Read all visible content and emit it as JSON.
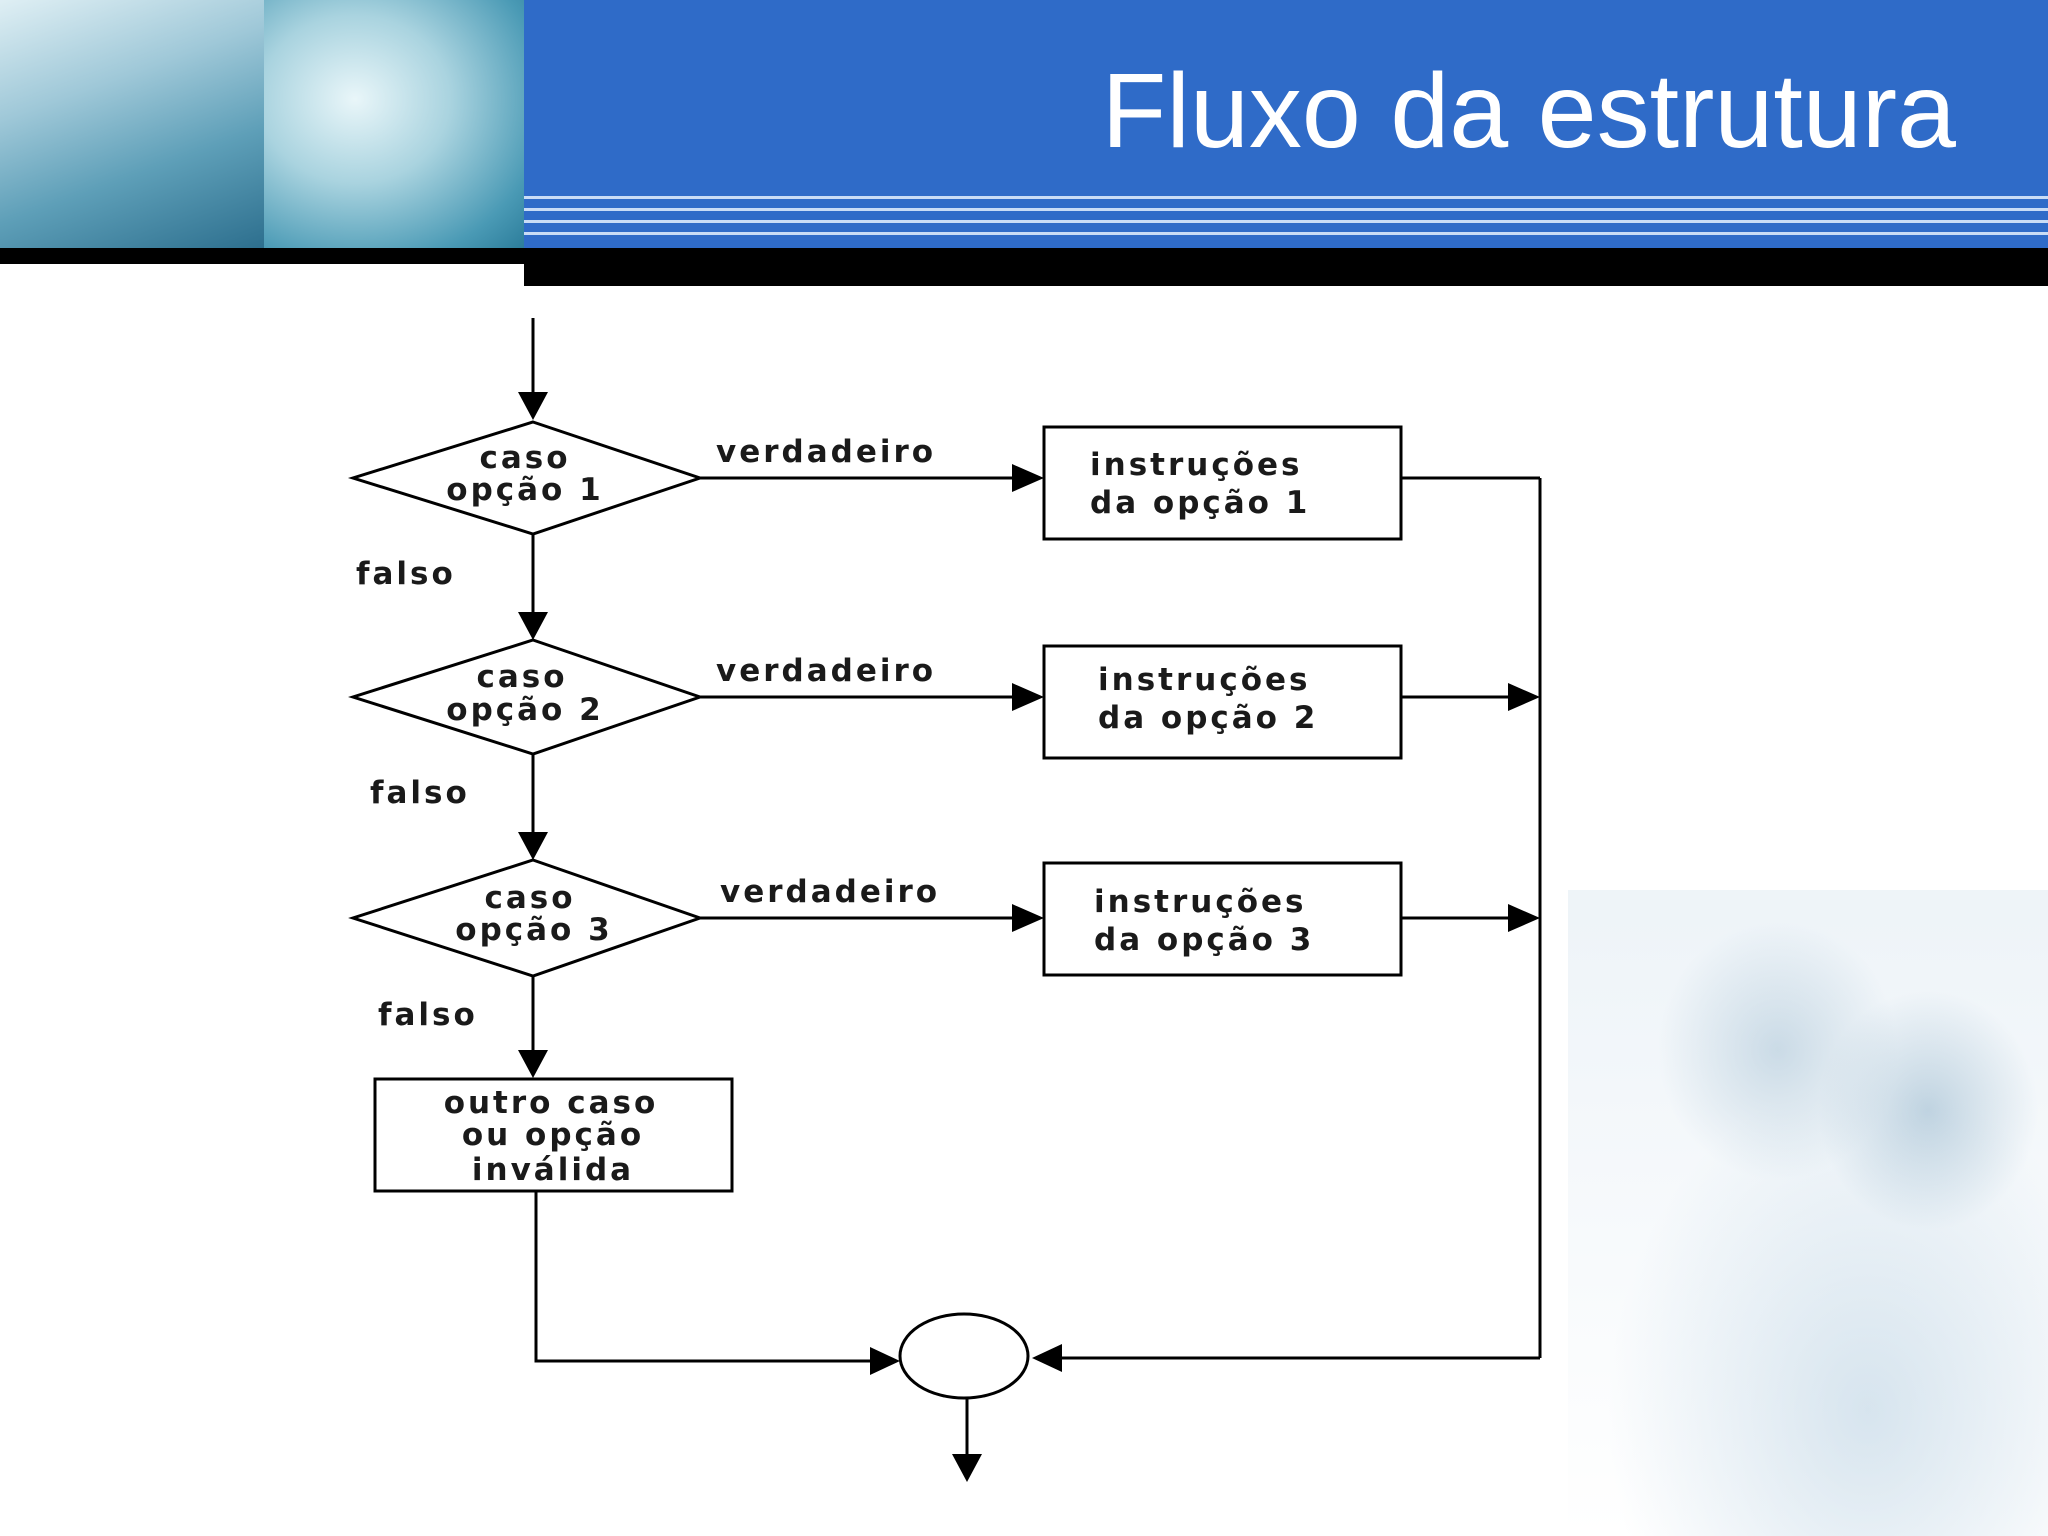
{
  "header": {
    "title": "Fluxo da estrutura"
  },
  "flowchart": {
    "decisions": [
      {
        "line1": "caso",
        "line2": "opção 1"
      },
      {
        "line1": "caso",
        "line2": "opção 2"
      },
      {
        "line1": "caso",
        "line2": "opção 3"
      }
    ],
    "instructions": [
      {
        "line1": "instruções",
        "line2": "da opção 1"
      },
      {
        "line1": "instruções",
        "line2": "da opção 2"
      },
      {
        "line1": "instruções",
        "line2": "da opção 3"
      }
    ],
    "true_label": "verdadeiro",
    "false_label": "falso",
    "default_box": {
      "line1": "outro caso",
      "line2": "ou opção",
      "line3": "inválida"
    }
  }
}
